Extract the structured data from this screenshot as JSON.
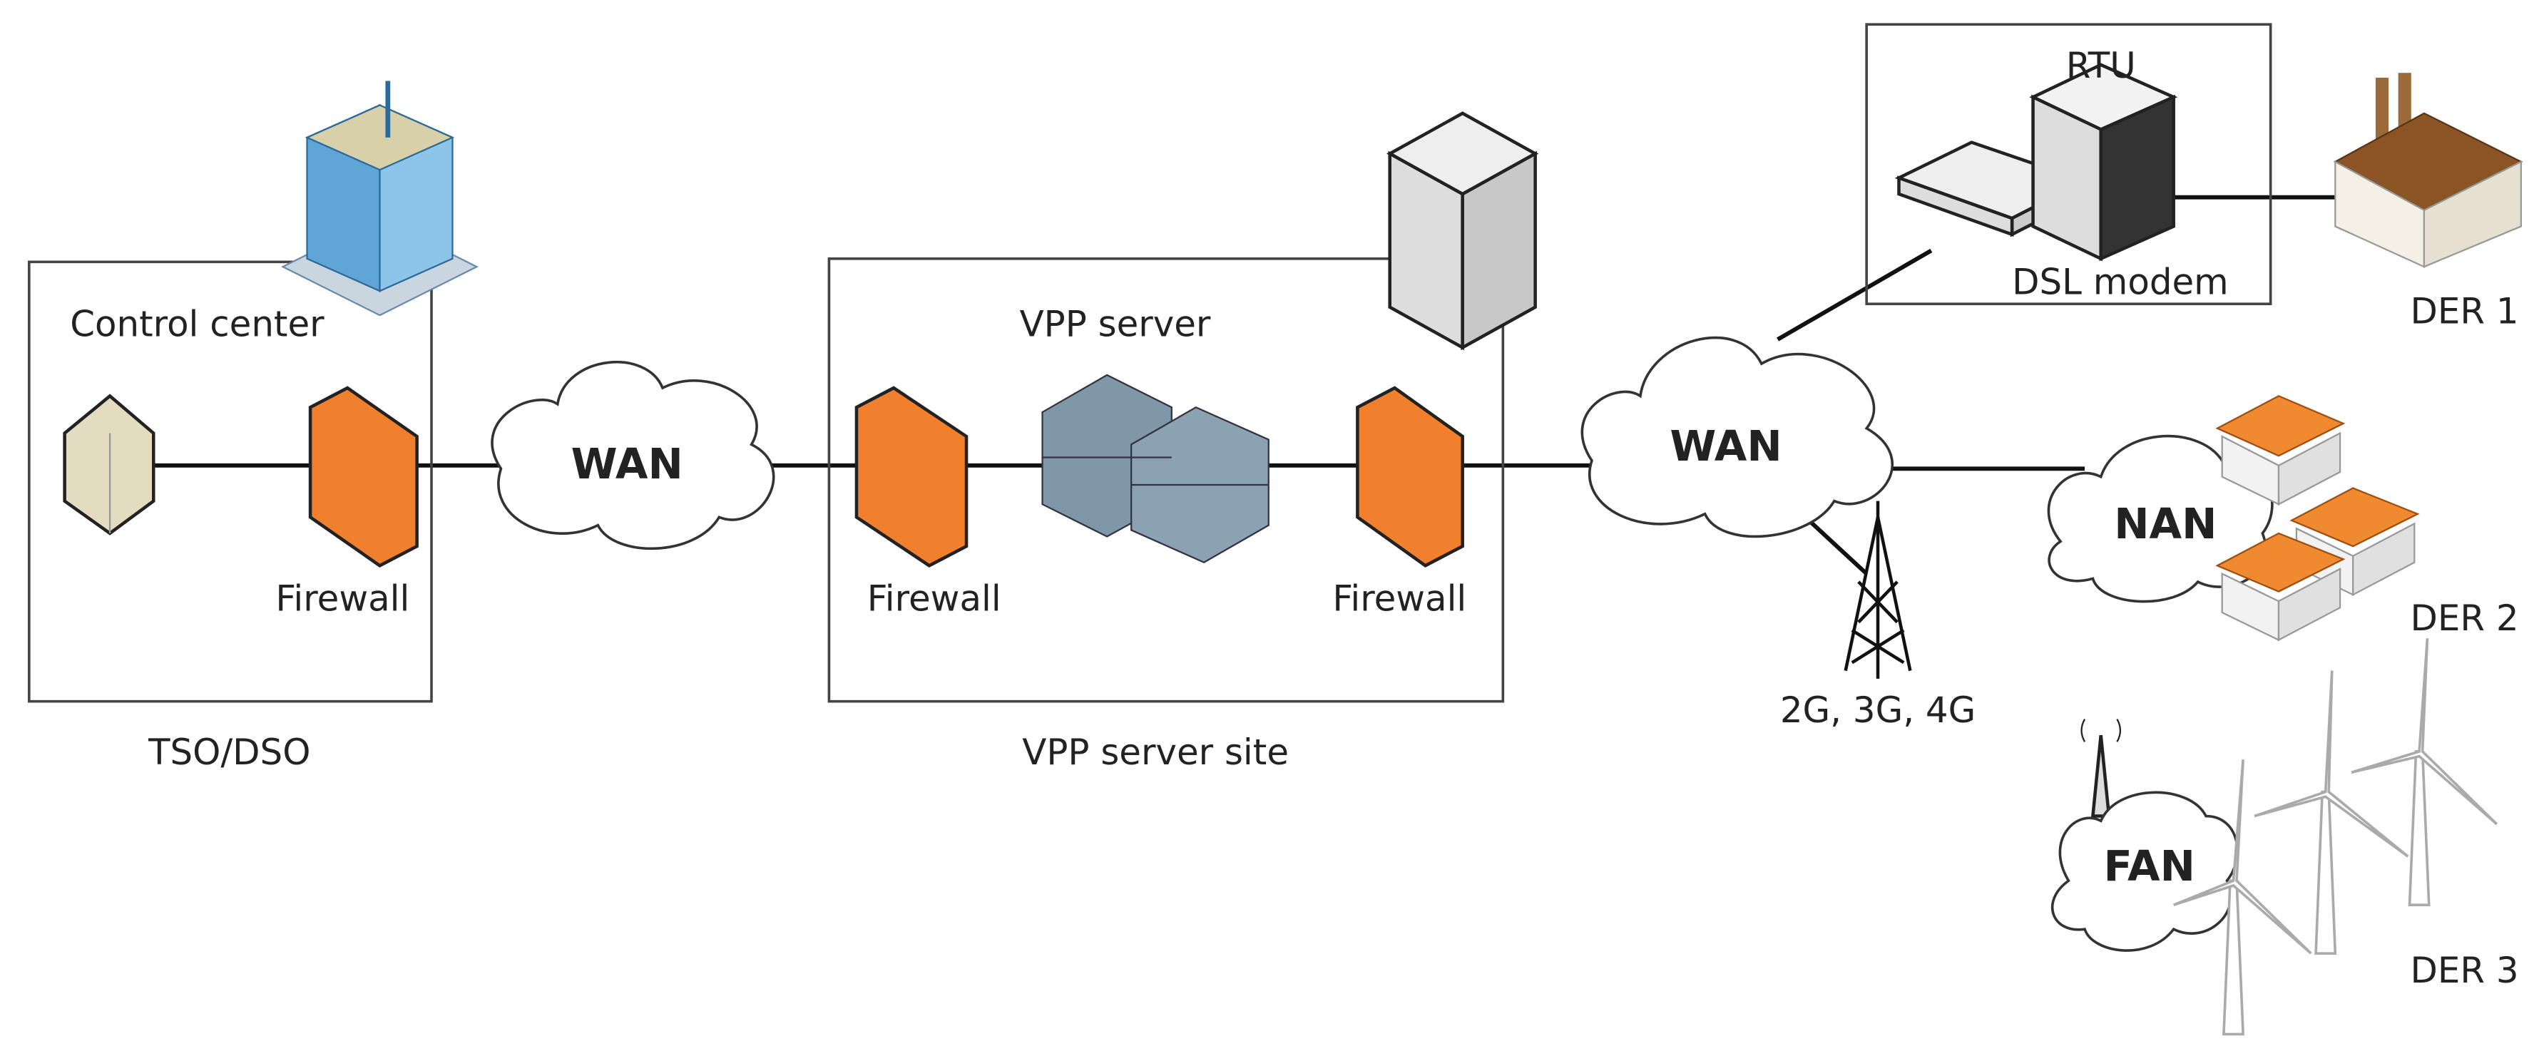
{
  "sites": {
    "tso": {
      "box_label": "TSO/DSO",
      "title": "Control center",
      "firewall": "Firewall"
    },
    "vpp": {
      "box_label": "VPP server site",
      "title": "VPP server",
      "firewall_left": "Firewall",
      "firewall_right": "Firewall"
    },
    "der1_box": {
      "rtu": "RTU",
      "modem": "DSL modem"
    }
  },
  "networks": {
    "wan1": "WAN",
    "wan2": "WAN",
    "nan": "NAN",
    "fan": "FAN",
    "cellular": "2G, 3G, 4G"
  },
  "ders": {
    "der1": "DER 1",
    "der2": "DER 2",
    "der3": "DER 3"
  },
  "colors": {
    "firewall": "#f07f2e",
    "server": "#7f98a8",
    "building": "#5fa6d6",
    "line": "#111111"
  }
}
